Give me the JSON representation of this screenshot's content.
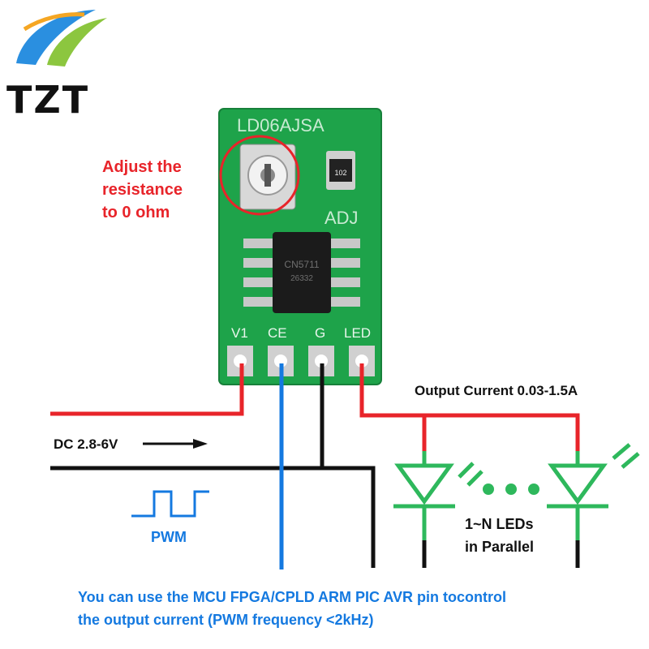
{
  "logo": {
    "text": "TZT"
  },
  "board": {
    "silkscreen_model": "LD06AJSA",
    "resistor_code": "102",
    "adj_label": "ADJ",
    "chip_marking_line1": "CN5711",
    "chip_marking_line2": "26332",
    "pins": [
      "V1",
      "CE",
      "G",
      "LED"
    ]
  },
  "annotation": {
    "line1": "Adjust the",
    "line2": "resistance",
    "line3": "to 0 ohm"
  },
  "output_current": "Output Current 0.03-1.5A",
  "dc_input": "DC 2.8-6V",
  "pwm": "PWM",
  "leds": {
    "line1": "1~N LEDs",
    "line2": "in Parallel"
  },
  "footer": {
    "line1": "You can use the MCU FPGA/CPLD ARM PIC AVR pin tocontrol",
    "line2": "the output current (PWM frequency <2kHz)"
  },
  "colors": {
    "wire_red": "#e8242a",
    "wire_black": "#111111",
    "wire_blue": "#1479e0",
    "led_green": "#2eb85c",
    "pcb_green": "#1ea34a"
  }
}
